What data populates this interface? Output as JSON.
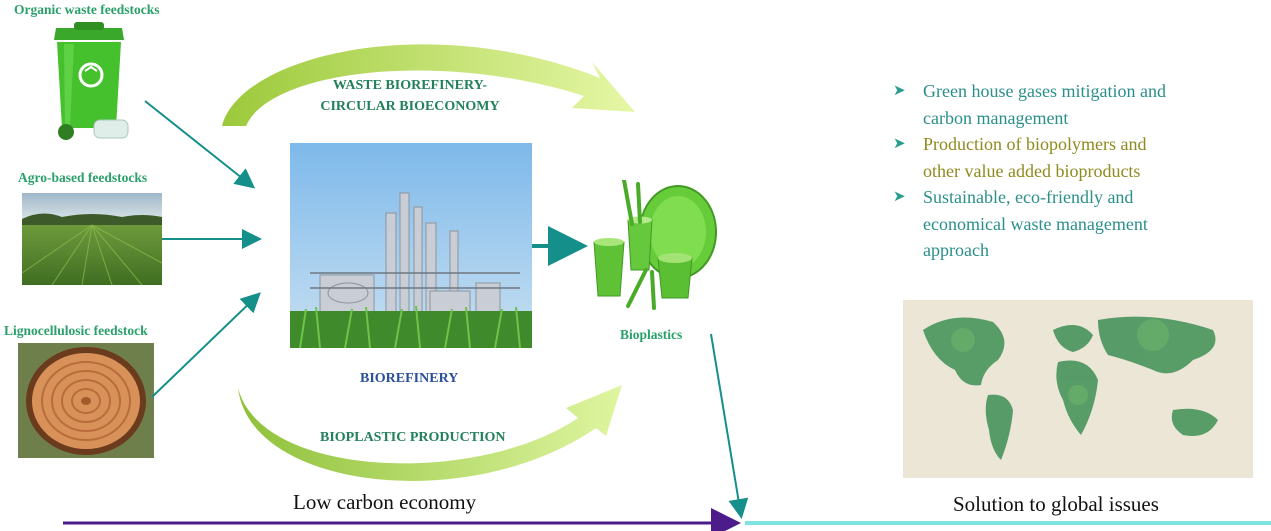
{
  "feedstocks": {
    "organic": "Organic waste feedstocks",
    "agro": "Agro-based feedstocks",
    "ligno": "Lignocellulosic feedstock"
  },
  "center": {
    "top_arc_line1": "WASTE BIOREFINERY-",
    "top_arc_line2": "CIRCULAR BIOECONOMY",
    "biorefinery": "BIOREFINERY",
    "bottom_arc": "BIOPLASTIC PRODUCTION"
  },
  "bioplastics_label": "Bioplastics",
  "benefits": [
    {
      "line1": "Green house gases mitigation and",
      "line2": "carbon management",
      "color": "#2a8f8a"
    },
    {
      "line1": "Production of biopolymers and",
      "line2": "other value added bioproducts",
      "color": "#8f8a1e"
    },
    {
      "line1": "Sustainable, eco-friendly and",
      "line2": "economical waste management",
      "line3": "approach",
      "color": "#2a8f8a"
    }
  ],
  "bottom": {
    "left": "Low carbon economy",
    "right": "Solution to global issues"
  },
  "colors": {
    "arrow_teal": "#148f8a",
    "arc_dark": "#9cc93a",
    "arc_light": "#e6f7a6",
    "timeline_purple": "#4b1c8a",
    "timeline_teal": "#7fe3df"
  },
  "bullet_icon": "arrowhead-bullet-icon"
}
